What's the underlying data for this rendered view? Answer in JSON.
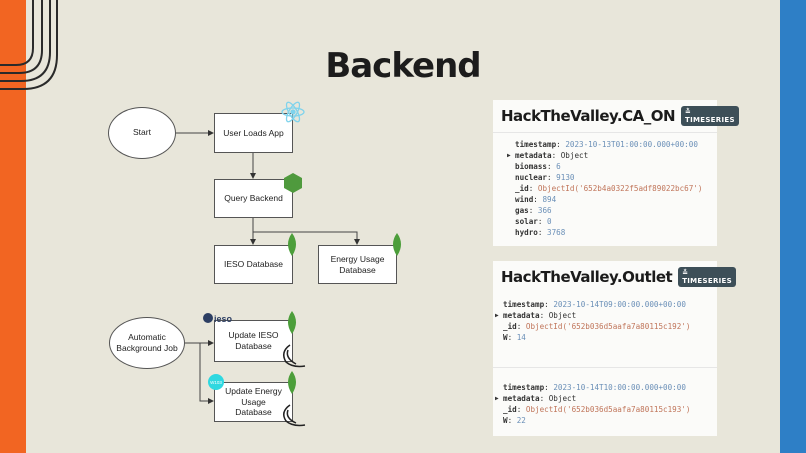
{
  "slide": {
    "title": "Backend",
    "colors": {
      "left_bar": "#f26522",
      "right_bar": "#2e7fc6",
      "background": "#e8e6da"
    }
  },
  "diagram": {
    "nodes": {
      "start": "Start",
      "user_loads_app": "User Loads App",
      "query_backend": "Query Backend",
      "ieso_db": "IESO Database",
      "energy_db": "Energy Usage Database",
      "auto_job": "Automatic Background Job",
      "update_ieso": "Update IESO Database",
      "update_energy": "Update Energy Usage Database"
    },
    "icons": {
      "react": "react-icon",
      "node": "nodejs-icon",
      "mongo": "mongodb-leaf-icon",
      "flask": "flask-icon",
      "ieso_logo": "ieso",
      "wattage_badge": "W103"
    }
  },
  "cards": [
    {
      "collection": "HackTheValley.CA_ON",
      "badge": "TIMESERIES",
      "docs": [
        [
          {
            "key": "timestamp",
            "value": "2023-10-13T01:00:00.000+00:00",
            "type": "num"
          },
          {
            "key": "metadata",
            "value": "Object",
            "type": "obj",
            "expandable": true
          },
          {
            "key": "biomass",
            "value": "6",
            "type": "num"
          },
          {
            "key": "nuclear",
            "value": "9130",
            "type": "num"
          },
          {
            "key": "_id",
            "value": "ObjectId('652b4a0322f5adf89022bc67')",
            "type": "oid"
          },
          {
            "key": "wind",
            "value": "894",
            "type": "num"
          },
          {
            "key": "gas",
            "value": "366",
            "type": "num"
          },
          {
            "key": "solar",
            "value": "0",
            "type": "num"
          },
          {
            "key": "hydro",
            "value": "3768",
            "type": "num"
          }
        ]
      ]
    },
    {
      "collection": "HackTheValley.Outlet",
      "badge": "TIMESERIES",
      "docs": [
        [
          {
            "key": "timestamp",
            "value": "2023-10-14T09:00:00.000+00:00",
            "type": "num"
          },
          {
            "key": "metadata",
            "value": "Object",
            "type": "obj",
            "expandable": true
          },
          {
            "key": "_id",
            "value": "ObjectId('652b036d5aafa7a80115c192')",
            "type": "oid"
          },
          {
            "key": "W",
            "value": "14",
            "type": "num"
          }
        ],
        [
          {
            "key": "timestamp",
            "value": "2023-10-14T10:00:00.000+00:00",
            "type": "num"
          },
          {
            "key": "metadata",
            "value": "Object",
            "type": "obj",
            "expandable": true
          },
          {
            "key": "_id",
            "value": "ObjectId('652b036d5aafa7a80115c193')",
            "type": "oid"
          },
          {
            "key": "W",
            "value": "22",
            "type": "num"
          }
        ]
      ]
    }
  ]
}
